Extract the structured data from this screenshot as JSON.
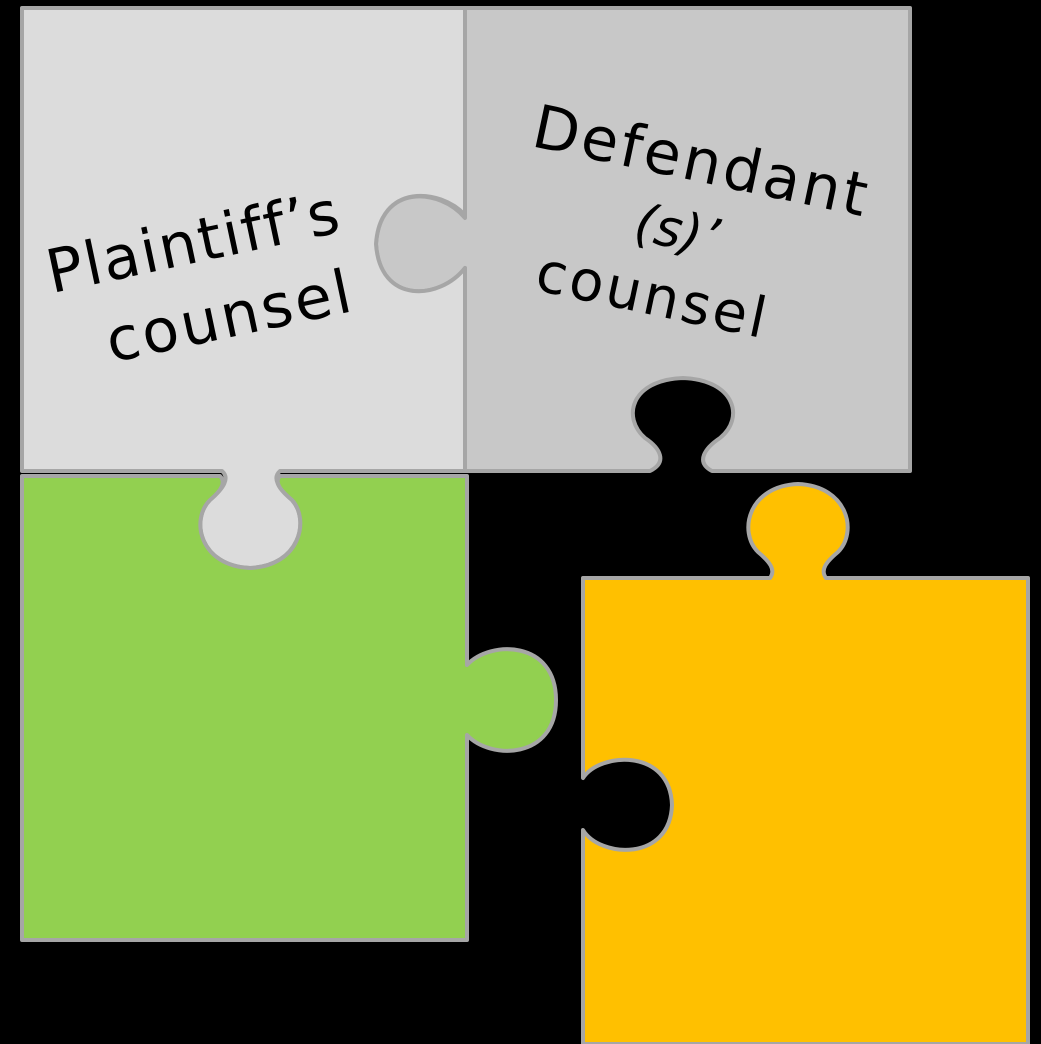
{
  "pieces": {
    "top_left": {
      "line1": "Plaintiff’s",
      "line2": "counsel",
      "fill": "#DCDCDC",
      "stroke": "#A6A6A6"
    },
    "top_right": {
      "line1": "Defendant",
      "line2": "(s)’",
      "line3": "counsel",
      "fill": "#C8C8C8",
      "stroke": "#A6A6A6"
    },
    "bottom_left": {
      "fill": "#92D050",
      "stroke": "#A6A6A6"
    },
    "bottom_right": {
      "fill": "#FFC000",
      "stroke": "#A6A6A6"
    }
  },
  "colors": {
    "background": "#000000",
    "text": "#000000"
  }
}
